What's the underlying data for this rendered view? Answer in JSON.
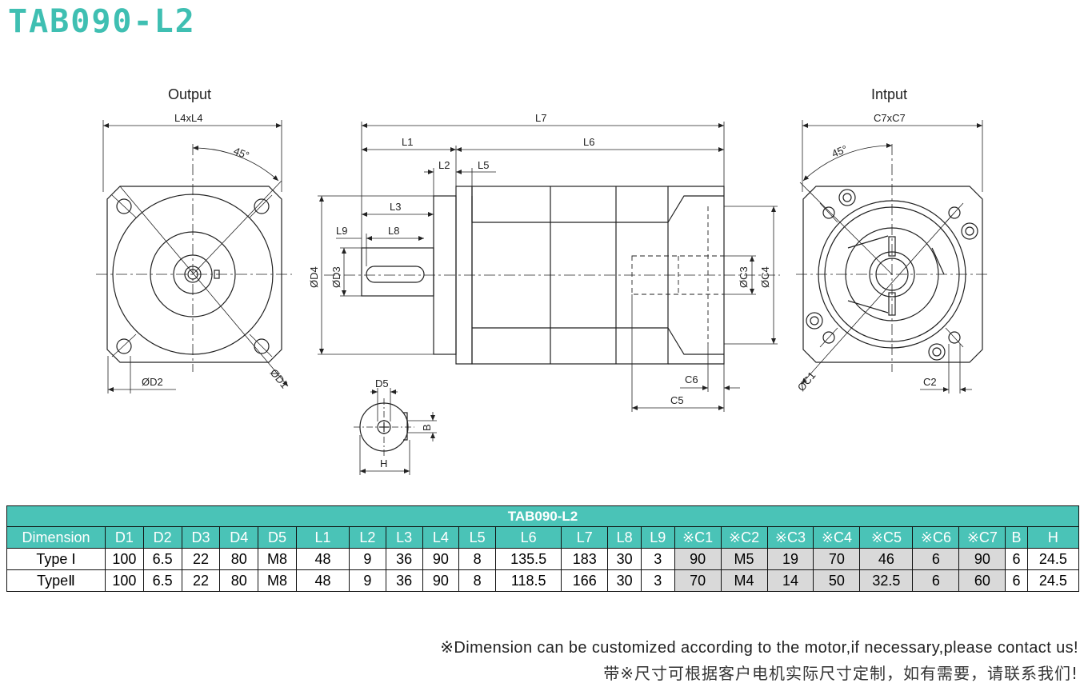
{
  "title": "TAB090-L2",
  "views": {
    "output": {
      "title": "Output",
      "width_dim": "L4xL4",
      "angle": "45°",
      "d1": "ØD1",
      "d2": "ØD2"
    },
    "side": {
      "l1": "L1",
      "l2": "L2",
      "l3": "L3",
      "l5": "L5",
      "l6": "L6",
      "l7": "L7",
      "l8": "L8",
      "l9": "L9",
      "d3": "ØD3",
      "d4": "ØD4",
      "c3": "ØC3",
      "c4": "ØC4",
      "c5": "C5",
      "c6": "C6"
    },
    "input": {
      "title": "Intput",
      "width_dim": "C7xC7",
      "angle": "45°",
      "c1": "ØC1",
      "c2": "C2"
    },
    "shaft": {
      "d5": "D5",
      "b": "B",
      "h": "H"
    }
  },
  "table": {
    "caption": "TAB090-L2",
    "headers": [
      "Dimension",
      "D1",
      "D2",
      "D3",
      "D4",
      "D5",
      "L1",
      "L2",
      "L3",
      "L4",
      "L5",
      "L6",
      "L7",
      "L8",
      "L9",
      "※C1",
      "※C2",
      "※C3",
      "※C4",
      "※C5",
      "※C6",
      "※C7",
      "B",
      "H"
    ],
    "rows": [
      [
        "Type Ⅰ",
        "100",
        "6.5",
        "22",
        "80",
        "M8",
        "48",
        "9",
        "36",
        "90",
        "8",
        "135.5",
        "183",
        "30",
        "3",
        "90",
        "M5",
        "19",
        "70",
        "46",
        "6",
        "90",
        "6",
        "24.5"
      ],
      [
        "TypeⅡ",
        "100",
        "6.5",
        "22",
        "80",
        "M8",
        "48",
        "9",
        "36",
        "90",
        "8",
        "118.5",
        "166",
        "30",
        "3",
        "70",
        "M4",
        "14",
        "50",
        "32.5",
        "6",
        "60",
        "6",
        "24.5"
      ]
    ]
  },
  "notes": {
    "en": "※Dimension can be customized according to the motor,if necessary,please contact us!",
    "cn": "带※尺寸可根据客户电机实际尺寸定制，如有需要，请联系我们!"
  }
}
